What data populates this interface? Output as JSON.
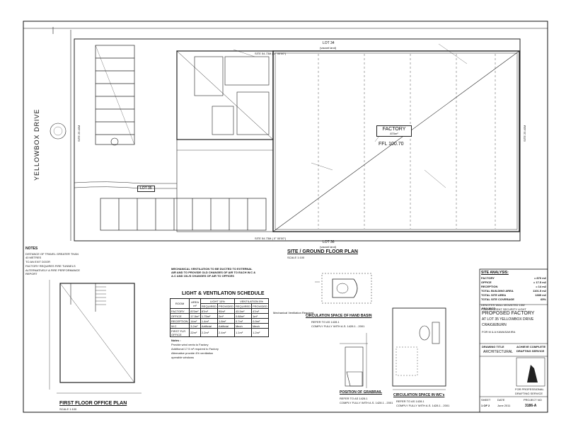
{
  "site_plan": {
    "road_name": "YELLOWBOX DRIVE",
    "lot_top": "LOT 34",
    "lot_top_note": "(vacant land)",
    "lot_bottom": "LOT 36",
    "lot_bottom_note": "(vacant land)",
    "lot_left": "LOT 35",
    "factory_label": "FACTORY",
    "factory_area": "870m²",
    "factory_level": "FFL 100.70",
    "title": "SITE / GROUND FLOOR PLAN",
    "scale": "SCALE 1:100",
    "site_dim_top": "SITE  54.73M   ( 0° 00'00\")",
    "site_dim_bottom": "SITE  54.73M   ( 0° 00'00\")",
    "site_dim_right": "SITE  25.40M",
    "site_dim_left": "SITE  25.40M"
  },
  "notes": {
    "heading": "NOTES",
    "lines": [
      "DISTANCE OF TRAVEL GREATER THAN 40 METRES",
      "TO AN EXIT DOOR",
      "FACTORY REQUIRES FIRE TUNNELS",
      "ALTERNATIVELY A FIRE PERFORMANCE REPORT"
    ]
  },
  "first_floor": {
    "title": "FIRST FLOOR OFFICE PLAN",
    "scale": "SCALE 1:100"
  },
  "schedule": {
    "mech_note": "MECHANICAL VENTILATION TO BE DUCTED TO EXTERNAL AIR AND TO PROVIDE OLD CHANGES OF AIR TO EACH W.C & A.C AND 10L/S CHANGES OF AIR TO OFFICES",
    "title": "LIGHT & VENTILATION SCHEDULE",
    "col_room": "ROOM",
    "col_area": "AREA m²",
    "col_light": "LIGHT 10%",
    "col_vent": "VENTILATION 5%",
    "sub_required": "REQUIRED",
    "sub_provided": "PROVIDED",
    "rows": [
      {
        "room": "FACTORY",
        "area": "870m²",
        "light_req": "87m²",
        "light_prov": "90m²",
        "vent_req": "43.5m²",
        "vent_prov": "47m²"
      },
      {
        "room": "OFFICE",
        "area": "17.5m²",
        "light_req": "1.75m²",
        "light_prov": "2m²",
        "vent_req": "0.88m²",
        "vent_prov": "1m²"
      },
      {
        "room": "RECEPTION",
        "area": "14m²",
        "light_req": "1.4m²",
        "light_prov": "1.8m²",
        "vent_req": "0.7m²",
        "vent_prov": "0.9m²"
      },
      {
        "room": "W.C",
        "area": "3.2m²",
        "light_req": "Artificial",
        "light_prov": "Artificial",
        "vent_req": "Mech",
        "vent_prov": "Mech"
      },
      {
        "room": "FIRST FLR OFFICE",
        "area": "22m²",
        "light_req": "2.2m²",
        "light_prov": "2.4m²",
        "vent_req": "1.1m²",
        "vent_prov": "1.2m²"
      }
    ],
    "side_note": "Mechanical Ventilation Required",
    "notes_heading": "Notes :",
    "note_lines": [
      "Provide wind vents  to Factory",
      "Additional 17.5 m² required to Factory",
      "Alternative provide 4% ventilation",
      "operable windows"
    ]
  },
  "hand_basin": {
    "title": "CIRCULATION SPACE OF HAND BASIN",
    "sub1": "REFER TO AS 1428.1",
    "sub2": "COMPLY FULLY WITH A.S. 1428.1 - 2001"
  },
  "grabrail": {
    "title": "POSITION OF GRABRAIL",
    "sub1": "REFER TO AS 1428.1",
    "sub2": "COMPLY FULLY WITH A.S. 1428.1 - 2001"
  },
  "wc_space": {
    "title": "CIRCULATION SPACE IN WC's",
    "sub1": "REFER TO AS 1428.1",
    "sub2": "COMPLY FULLY WITH A.S. 1428.1 - 2001"
  },
  "site_analysis": {
    "title": "SITE ANALYSIS:",
    "rows": [
      {
        "label": "FACTORY",
        "value": "= 870  m2"
      },
      {
        "label": "OFFICE",
        "value": "= 17.5  m2"
      },
      {
        "label": "RECEPTION",
        "value": "= 14  m2"
      },
      {
        "label": "TOTAL BUILDING AREA",
        "value": "1101.5 m2"
      },
      {
        "label": "TOTAL SITE AREA",
        "value": "1389 m2"
      },
      {
        "label": "TOTAL SITE COVERAGE",
        "value": "65%"
      }
    ],
    "note1": "DENOTES WALL MOUNTED 15W",
    "note2": "FLUORESCENT SECURITY LIGHT"
  },
  "title_block": {
    "project_label": "PROJECT:",
    "project_name": "PROPOSED FACTORY",
    "address1": "AT  LOT 35 YELLOWBOX DRIVE",
    "address2": "CRAIGIEBURN",
    "client": "FOR  M & A  KAWASAKIRA",
    "drawing_title_label": "DRAWING TITLE",
    "drawing_title": "ARCHITECTURAL",
    "sheet_label": "SHEET",
    "sheet": "1 OF 2",
    "date_label": "DATE",
    "date": "June 2011",
    "project_no_label": "PROJECT NO",
    "drawing_no": "3186-A",
    "firm_line1": "ACHIEVE COMPLETE",
    "firm_line2": "DRAFTING SERVICE",
    "firm_bottom1": "FOR PROFESSIONAL",
    "firm_bottom2": "DRAFTING SERVICE"
  },
  "colors": {
    "ink": "#1a1a1a",
    "paper": "#ffffff"
  }
}
